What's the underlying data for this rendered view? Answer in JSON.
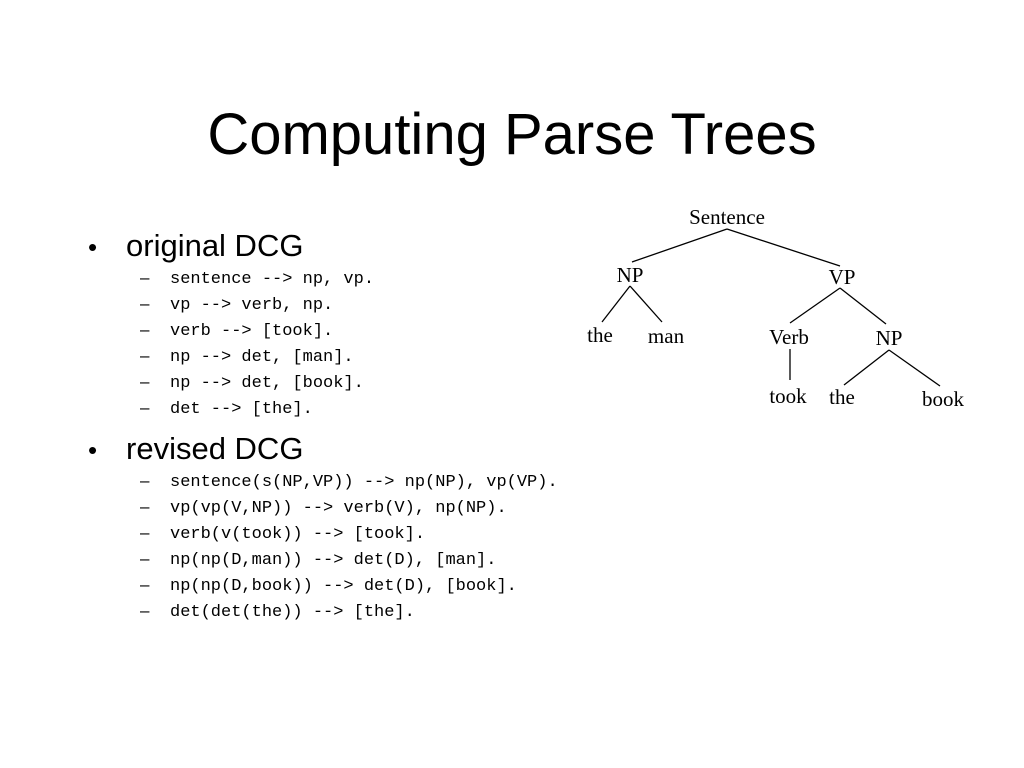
{
  "slide": {
    "title": "Computing Parse Trees",
    "sections": [
      {
        "bullet": "original DCG",
        "rules": [
          "sentence --> np, vp.",
          "vp --> verb, np.",
          "verb --> [took].",
          "np --> det, [man].",
          "np --> det, [book].",
          "det --> [the]."
        ]
      },
      {
        "bullet": "revised DCG",
        "rules": [
          "sentence(s(NP,VP)) --> np(NP), vp(VP).",
          "vp(vp(V,NP)) --> verb(V), np(NP).",
          "verb(v(took)) --> [took].",
          "np(np(D,man)) --> det(D), [man].",
          "np(np(D,book)) --> det(D), [book].",
          "det(det(the)) --> [the]."
        ]
      }
    ]
  },
  "tree": {
    "root": "Sentence",
    "np1": "NP",
    "vp": "VP",
    "the1": "the",
    "man": "man",
    "verb": "Verb",
    "np2": "NP",
    "took": "took",
    "the2": "the",
    "book": "book"
  }
}
